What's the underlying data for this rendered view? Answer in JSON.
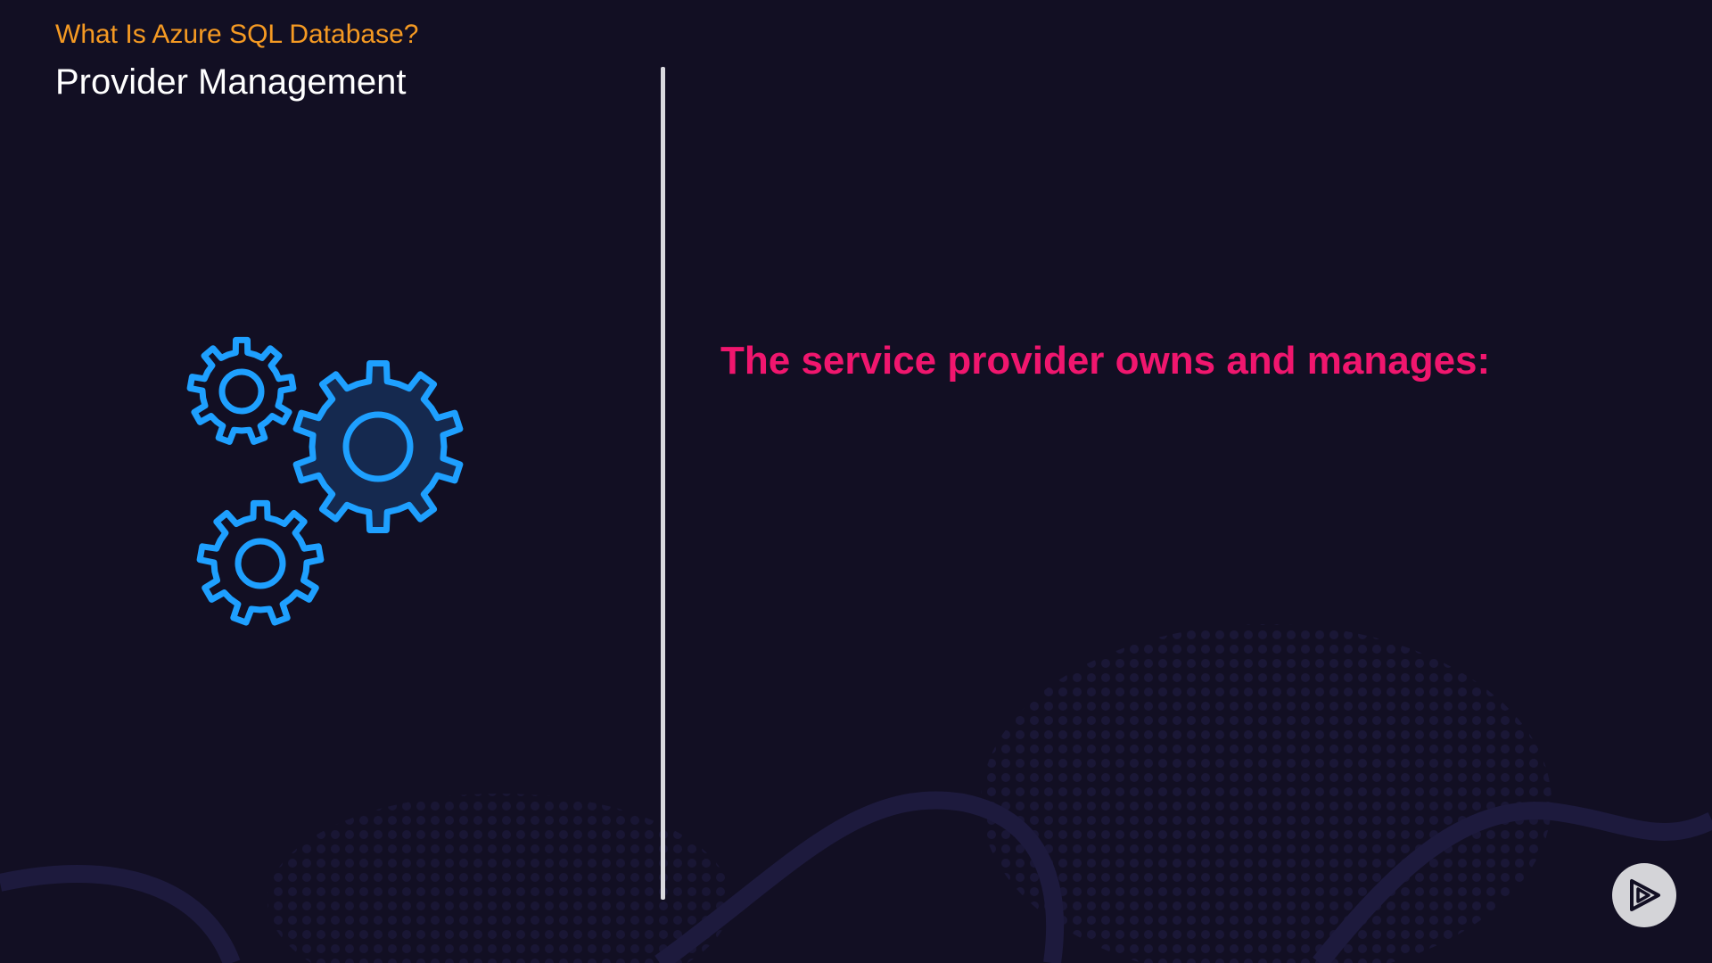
{
  "slide": {
    "eyebrow": "What Is Azure SQL Database?",
    "title": "Provider Management",
    "statement": "The service provider owns and manages:"
  },
  "icons": {
    "illustration": "gears-icon",
    "brand": "play-logo-icon"
  },
  "colors": {
    "background": "#120f23",
    "eyebrow": "#f59a23",
    "title": "#ffffff",
    "statement": "#f0166e",
    "gear_stroke": "#1ea0ff",
    "gear_fill": "#15294f",
    "divider": "#d9d9de"
  }
}
